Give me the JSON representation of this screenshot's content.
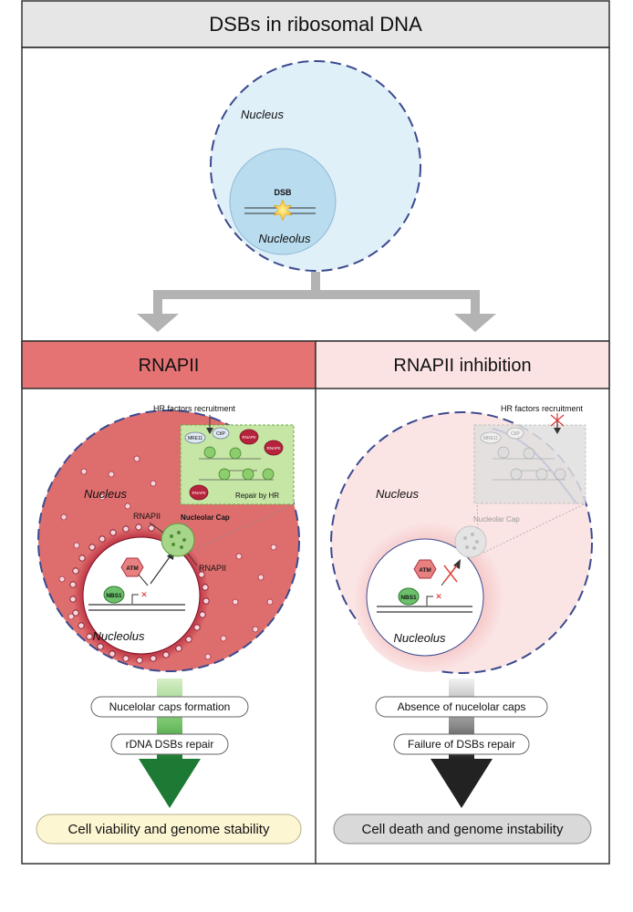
{
  "header": {
    "title": "DSBs in ribosomal DNA"
  },
  "top": {
    "nucleus_label": "Nucleus",
    "nucleolus_label": "Nucleolus",
    "dsb_label": "DSB"
  },
  "left": {
    "title": "RNAPII",
    "hr_recruitment": "HR factors recruitment",
    "inset": {
      "mre11": "MRE11",
      "ctip": "CtIP",
      "rnapii": "RNAPII",
      "repair": "Repair by HR"
    },
    "nucleus_label": "Nucleus",
    "rnapii_label_1": "RNAPII",
    "rnapii_label_2": "RNAPII",
    "cap_label": "Nucleolar Cap",
    "atm": "ATM",
    "nbs1": "NBS1",
    "nucleolus_label": "Nucleolus",
    "step1": "Nucelolar caps formation",
    "step2": "rDNA DSBs repair",
    "outcome": "Cell viability and genome stability"
  },
  "right": {
    "title": "RNAPII inhibition",
    "hr_recruitment": "HR factors recruitment",
    "inset": {
      "mre11": "MRE11",
      "ctip": "CtIP"
    },
    "nucleus_label": "Nucleus",
    "cap_label": "Nucleolar Cap",
    "atm": "ATM",
    "nbs1": "NBS1",
    "nucleolus_label": "Nucleolus",
    "step1": "Absence of nucelolar caps",
    "step2": "Failure of DSBs repair",
    "outcome": "Cell death and genome instability"
  },
  "colors": {
    "header_bg": "#e6e6e6",
    "left_title_bg": "#e57373",
    "right_title_bg": "#fbe3e3",
    "top_nucleus": "#dff0f8",
    "top_nucleolus": "#b9dcef",
    "left_nucleus": "#de6e6e",
    "right_nucleus": "#fbe4e4",
    "dashed": "#3b4a8f",
    "green_arrow": "#1d7a34",
    "dark_arrow": "#222222",
    "outcome_left": "#fdf6d3",
    "outcome_right": "#d9d9d9"
  }
}
